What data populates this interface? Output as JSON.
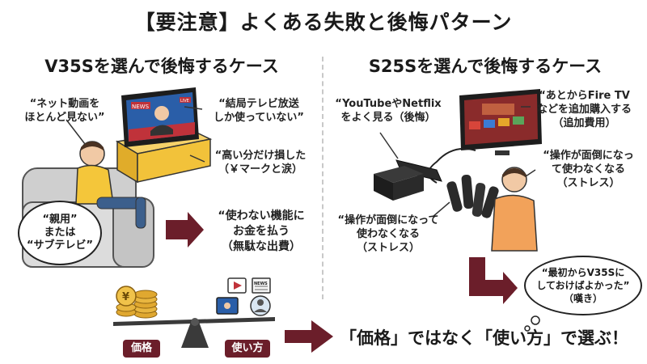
{
  "title": "【要注意】よくある失敗と後悔パターン",
  "left": {
    "heading": "V35Sを選んで後悔するケース",
    "note1": [
      "“ネット動画を",
      "ほとんど見ない”"
    ],
    "note2": [
      "“結局テレビ放送",
      "しか使っていない”"
    ],
    "note3": [
      "“高い分だけ損した",
      "（￥マークと涙）"
    ],
    "note4": [
      "“使わない機能に",
      "お金を払う",
      "（無駄な出費）"
    ],
    "bubble": [
      "“親用”",
      "または",
      "“サブテレビ”"
    ],
    "tv_label": "NEWS",
    "tv_badge": "LIVE"
  },
  "right": {
    "heading": "S25Sを選んで後悔するケース",
    "note1": [
      "“YouTubeやNetflix",
      "をよく見る（後悔）"
    ],
    "note2": [
      "“あとからFire TV",
      "などを追加購入する",
      "（追加費用）"
    ],
    "note3": [
      "“操作が面倒になっ",
      "て使わなくなる",
      "（ストレス）"
    ],
    "note4": [
      "“操作が面倒になって",
      "使わなくなる",
      "（ストレス）"
    ],
    "thought": [
      "“最初からV35Sに",
      "しておけばよかった”",
      "（嘆き）"
    ]
  },
  "bottom": {
    "price_tag": "価格",
    "usage_tag": "使い方",
    "conclusion": "「価格」ではなく「使い方」で選ぶ！",
    "yen": "¥",
    "news": "NEWS"
  },
  "colors": {
    "accent": "#6b1e2a",
    "tv_stand": "#f2c23a",
    "sofa": "#cfcfcf",
    "shirt_yellow": "#f4c63a",
    "shirt_orange": "#f2a25a"
  }
}
